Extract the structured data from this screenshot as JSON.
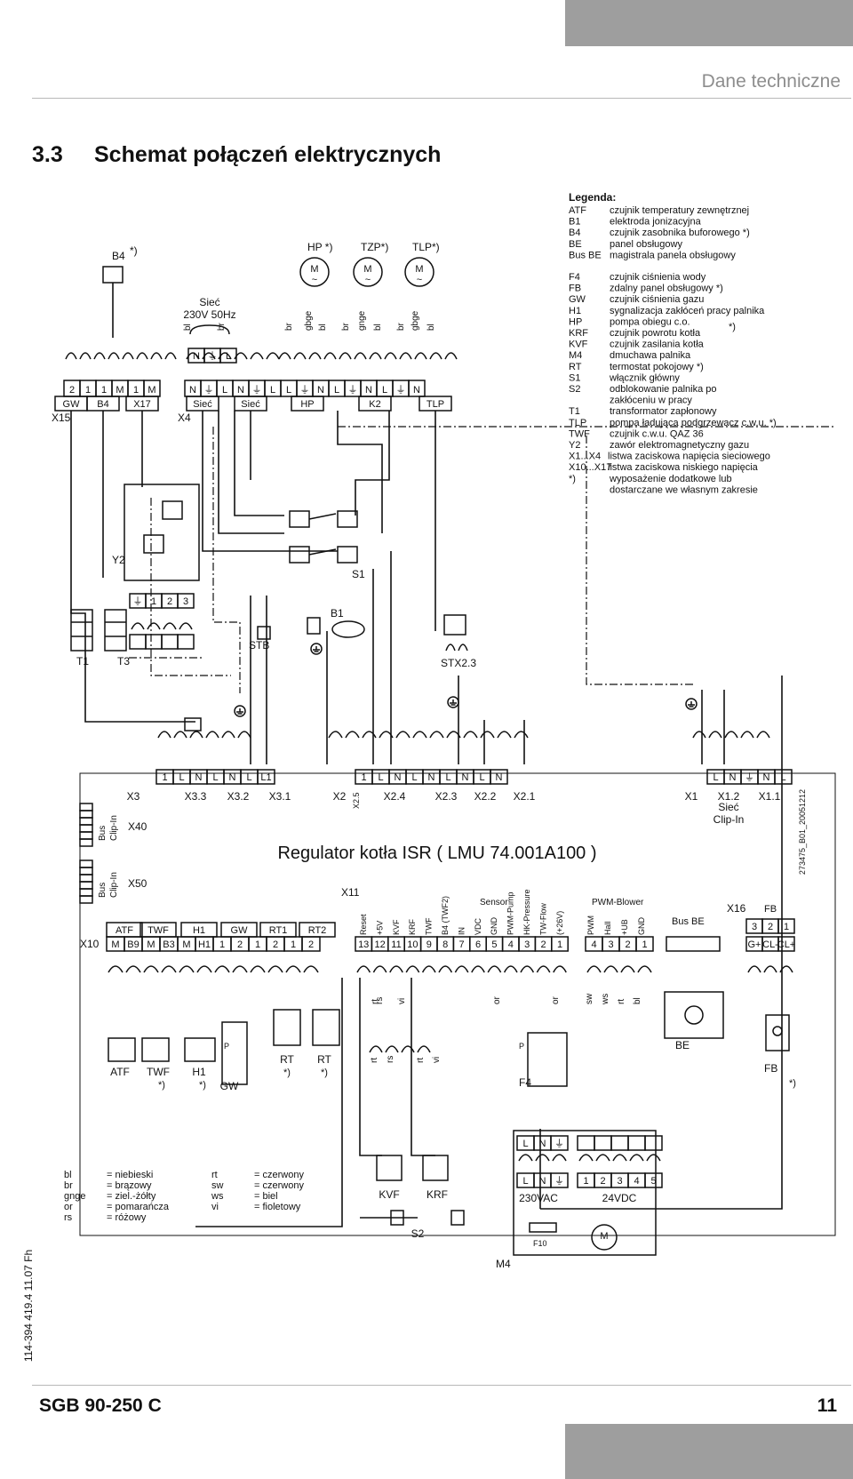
{
  "header": {
    "title": "Dane techniczne"
  },
  "section": {
    "number": "3.3",
    "title": "Schemat połączeń elektrycznych"
  },
  "side_code": "114-394 419.4 11.07 Fh",
  "footer": {
    "model": "SGB 90-250 C",
    "page": "11"
  },
  "drawing_id": "273475_B01_20051212",
  "legend": {
    "title": "Legenda:",
    "items": [
      {
        "code": "ATF",
        "text": "czujnik temperatury zewnętrznej"
      },
      {
        "code": "B1",
        "text": "elektroda jonizacyjna"
      },
      {
        "code": "B4",
        "text": "czujnik zasobnika buforowego *)"
      },
      {
        "code": "BE",
        "text": "panel obsługowy"
      },
      {
        "code": "Bus BE",
        "text": "magistrala panela obsługowy"
      },
      {
        "code": "F4",
        "text": "czujnik ciśnienia wody"
      },
      {
        "code": "FB",
        "text": "zdalny panel obsługowy *)"
      },
      {
        "code": "GW",
        "text": "czujnik ciśnienia gazu"
      },
      {
        "code": "H1",
        "text": "sygnalizacja zakłóceń pracy palnika"
      },
      {
        "code": "HP",
        "text": "pompa obiegu c.o."
      },
      {
        "code": "KRF",
        "text": "czujnik powrotu kotła"
      },
      {
        "code": "KVF",
        "text": "czujnik zasilania kotła"
      },
      {
        "code": "M4",
        "text": "dmuchawa palnika"
      },
      {
        "code": "RT",
        "text": "termostat pokojowy *)"
      },
      {
        "code": "S1",
        "text": "włącznik główny"
      },
      {
        "code": "S2",
        "text": "odblokowanie palnika po"
      },
      {
        "code": "",
        "text": "zakłóceniu w pracy"
      },
      {
        "code": "T1",
        "text": "transformator zapłonowy"
      },
      {
        "code": "TLP",
        "text": "pompa ładująca podgrzewacz c.w.u. *)"
      },
      {
        "code": "TWF",
        "text": "czujnik c.w.u. QAZ 36"
      },
      {
        "code": "Y2",
        "text": "zawór elektromagnetyczny gazu"
      },
      {
        "code": "X1...X4",
        "text": "listwa zaciskowa napięcia sieciowego"
      },
      {
        "code": "X10...X17",
        "text": "listwa zaciskowa niskiego napięcia"
      },
      {
        "code": "*)",
        "text": "wyposażenie dodatkowe lub"
      },
      {
        "code": "",
        "text": "dostarczane we własnym zakresie"
      }
    ],
    "hp_marker": "*)"
  },
  "colors_legend": {
    "items": [
      {
        "code": "bl",
        "text": "= niebieski"
      },
      {
        "code": "br",
        "text": "= brązowy"
      },
      {
        "code": "gnge",
        "text": "= ziel.-żółty"
      },
      {
        "code": "or",
        "text": "= pomarańcza"
      },
      {
        "code": "rs",
        "text": "= różowy"
      },
      {
        "code": "rt",
        "text": "= czerwony"
      },
      {
        "code": "sw",
        "text": "= czerwony"
      },
      {
        "code": "ws",
        "text": "= biel"
      },
      {
        "code": "vi",
        "text": "= fioletowy"
      }
    ]
  },
  "top_components": {
    "b4": "B4",
    "b4_mark": "*)",
    "hp": "HP *)",
    "tzp": "TZP*)",
    "tlp": "TLP*)",
    "motor": "M",
    "tilde": "~",
    "mains_label": "Sieć",
    "mains_voltage": "230V 50Hz",
    "mains_terms": [
      "N",
      "⏚",
      "L"
    ]
  },
  "top_strip": {
    "pins": [
      "2",
      "1",
      "1",
      "M",
      "1",
      "M",
      "N",
      "⏚",
      "L",
      "N",
      "⏚",
      "L",
      "L",
      "⏚",
      "N",
      "L",
      "⏚",
      "N",
      "L",
      "⏚",
      "N"
    ],
    "groups": [
      "GW",
      "B4",
      "X17",
      "Sieć",
      "Sieć",
      "HP",
      "K2",
      "TLP"
    ],
    "x15": "X15",
    "x4": "X4"
  },
  "wire_labels": {
    "br": "br",
    "gbge": "gbge",
    "bl": "bl",
    "gnge": "gnge",
    "rt": "rt",
    "rs": "rs",
    "vi": "vi",
    "or": "or",
    "sw": "sw",
    "ws": "ws"
  },
  "components": {
    "y2": "Y2",
    "s1": "S1",
    "b1": "B1",
    "stb": "STB",
    "stx": "STX2.3",
    "t1": "T1",
    "t3": "T3",
    "t_terms": [
      "⏚",
      "1",
      "2",
      "3"
    ]
  },
  "controller": {
    "title": "Regulator kotła ISR ( LMU 74.001A100 )",
    "top_pins": [
      "1",
      "L",
      "N",
      "L",
      "N",
      "L",
      "L1",
      "1",
      "L",
      "N",
      "L",
      "N",
      "L",
      "N",
      "L",
      "N",
      "L",
      "N",
      "⏚",
      "N",
      "L"
    ],
    "top_groups": [
      "X3",
      "X3.3",
      "X3.2",
      "X3.1",
      "X2",
      "X2.5",
      "X2.4",
      "X2.3",
      "X2.2",
      "X2.1",
      "X1",
      "X1.2",
      "X1.1"
    ],
    "siec_clipin": [
      "Sieć",
      "Clip-In"
    ],
    "bus_clipin": [
      "Bus",
      "Clip-In"
    ],
    "x40": "X40",
    "x50": "X50",
    "x11": "X11",
    "x16": "X16",
    "sensor": "Sensor",
    "pwm_blower": "PWM-Blower",
    "bus_be": "Bus BE",
    "fb": "FB",
    "x11_labels": [
      "Reset",
      "+5V",
      "KVF",
      "KRF",
      "TWF",
      "B4 (TWF2)",
      "IN",
      "VDC",
      "GND",
      "PWM-Pump",
      "HK-Pressure",
      "TW-Flow",
      "(+26V)"
    ],
    "x11_pins": [
      "13",
      "12",
      "11",
      "10",
      "9",
      "8",
      "7",
      "6",
      "5",
      "4",
      "3",
      "2",
      "1"
    ],
    "blower_labels": [
      "PWM",
      "Hall",
      "+UB",
      "GND"
    ],
    "blower_pins": [
      "4",
      "3",
      "2",
      "1"
    ],
    "fb_pins": [
      "3",
      "2",
      "1"
    ],
    "fb_sub": [
      "G+",
      "CL-",
      "CL+"
    ],
    "bottom_groups": [
      "ATF",
      "TWF",
      "H1",
      "GW",
      "RT1",
      "RT2"
    ],
    "bottom_pins": [
      "M",
      "B9",
      "M",
      "B3",
      "M",
      "H1",
      "1",
      "2",
      "1",
      "2",
      "1",
      "2"
    ],
    "x10": "X10"
  },
  "bottom_devices": {
    "atf": "ATF",
    "twf": "TWF",
    "h1": "H1",
    "gw": "GW",
    "rt": "RT",
    "star": "*)",
    "kvf": "KVF",
    "krf": "KRF",
    "s2": "S2",
    "f4": "F4",
    "be": "BE",
    "fb": "FB",
    "p": "P",
    "m4": "M4",
    "v230": "230VAC",
    "v24": "24VDC",
    "f10": "F10",
    "m4_pins_top": [
      "L",
      "N",
      "⏚"
    ],
    "m4_pins_dc": [
      "1",
      "2",
      "3",
      "4",
      "5"
    ]
  }
}
